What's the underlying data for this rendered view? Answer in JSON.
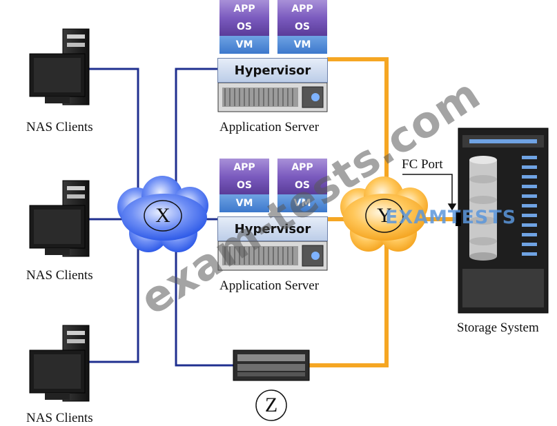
{
  "nodes": {
    "nas_client_label": "NAS Clients",
    "app_server_label": "Application Server",
    "storage_label": "Storage System",
    "fc_port_label": "FC Port",
    "switch_x": "X",
    "switch_y": "Y",
    "switch_z": "Z"
  },
  "vm_stack": {
    "app": "APP",
    "os": "OS",
    "vm": "VM"
  },
  "hypervisor_label": "Hypervisor",
  "watermark": {
    "main": "exam-tests.com",
    "logo": "EXAMTESTS"
  },
  "colors": {
    "ip_link": "#1f2f8f",
    "fc_link": "#f5a623",
    "cloud_x": "#3d6ff2",
    "cloud_y": "#f5a623"
  }
}
